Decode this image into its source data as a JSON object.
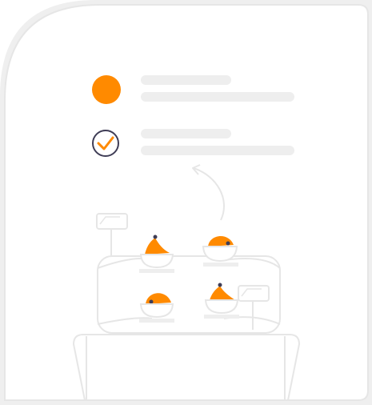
{
  "colors": {
    "accent": "#FF8A00",
    "outline": "#E6E6E6",
    "placeholder_line": "#EEEEEE",
    "corner_fill": "#EFEFEF",
    "check_ring": "#3F3D56",
    "dark_dot": "#3F3D56"
  },
  "list": {
    "items": [
      {
        "marker": "filled-circle",
        "lines": 2
      },
      {
        "marker": "check-circle-icon",
        "lines": 2
      }
    ]
  },
  "illustration": {
    "arrow": "curved-arrow-up-icon",
    "bowls": [
      {
        "food": "pointed-dough",
        "position_name": "top-left"
      },
      {
        "food": "round-dough",
        "position_name": "top-right"
      },
      {
        "food": "round-dough",
        "position_name": "bottom-left"
      },
      {
        "food": "pointed-dough",
        "position_name": "bottom-right"
      }
    ]
  }
}
